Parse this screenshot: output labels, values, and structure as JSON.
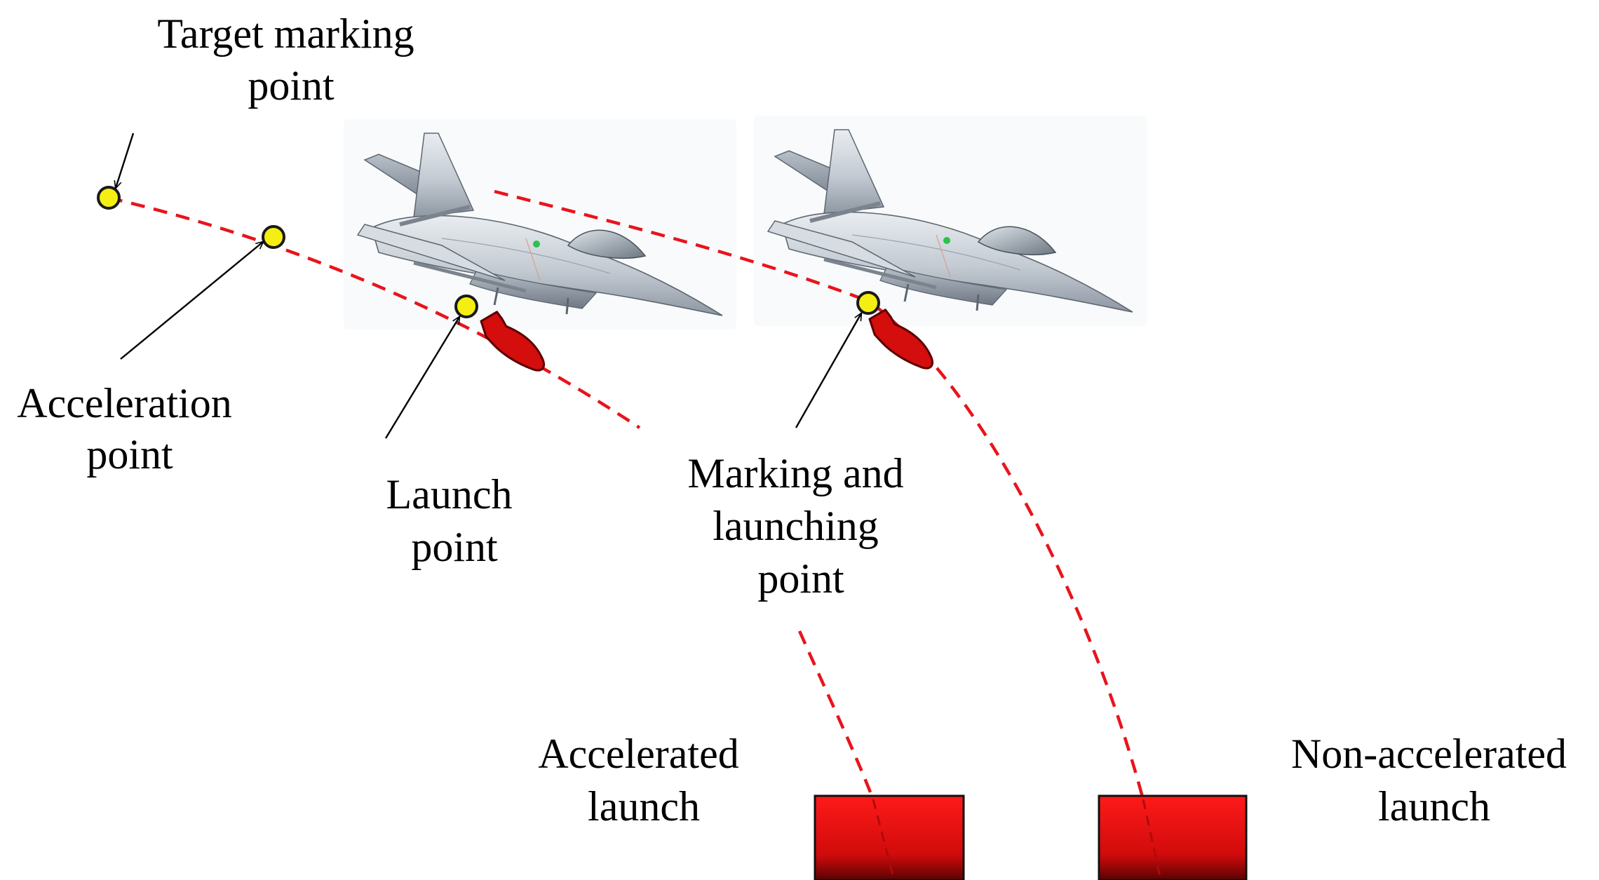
{
  "colors": {
    "trajectory": "#e8141c",
    "marker_fill": "#f5ee12",
    "marker_stroke": "#1a1a1a",
    "bomb": "#d40d0d",
    "target": "#e50d0d",
    "arrow": "#000000"
  },
  "icons": {
    "aircraft": "fighter-jet-icon",
    "bomb": "bomb-icon"
  },
  "labels": {
    "target_marking": [
      "Target marking",
      "point"
    ],
    "acceleration": [
      "Acceleration",
      "point"
    ],
    "launch": [
      "Launch",
      "point"
    ],
    "marking_launching": [
      "Marking and",
      "launching",
      "point"
    ],
    "accelerated_launch": [
      "Accelerated",
      "launch"
    ],
    "non_accelerated_launch": [
      "Non-accelerated",
      "launch"
    ]
  }
}
